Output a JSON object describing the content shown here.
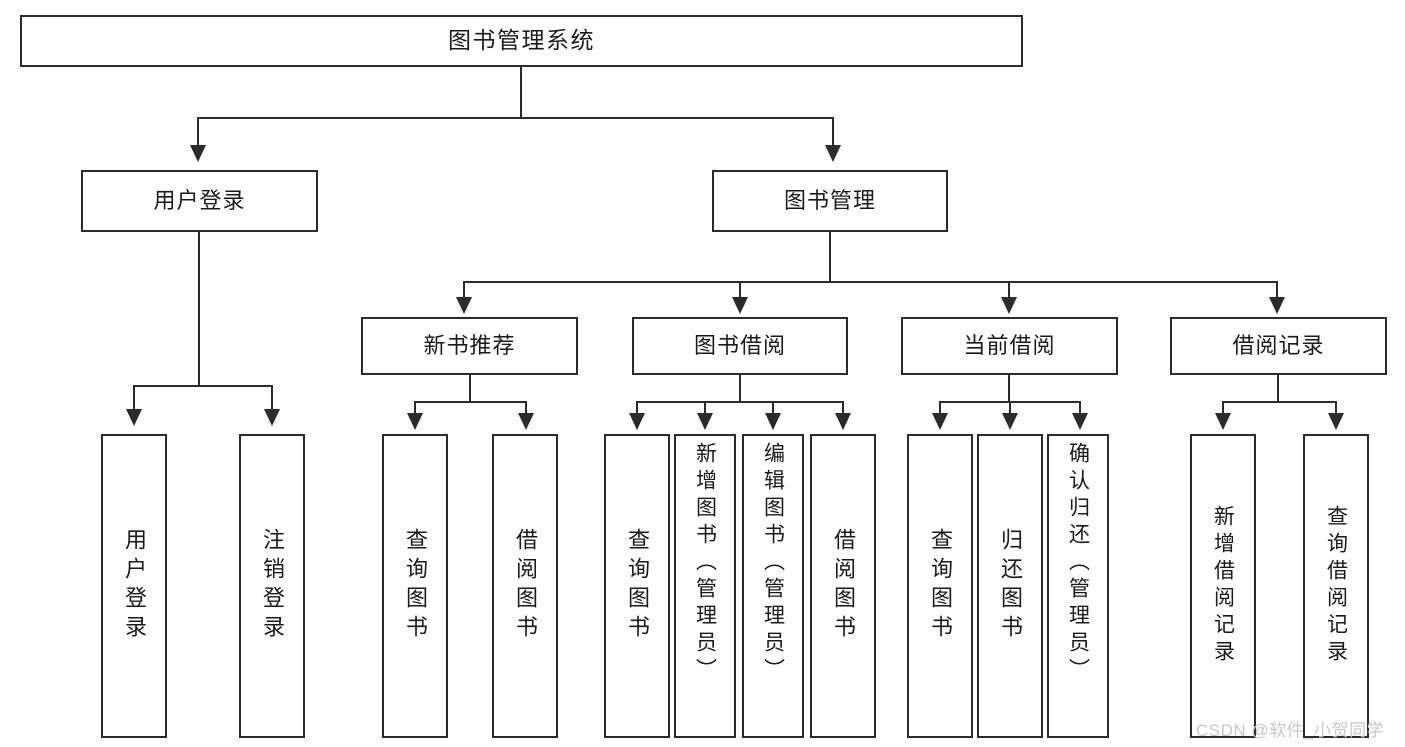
{
  "diagram": {
    "title": "图书管理系统",
    "type": "tree-hierarchy",
    "watermark": "CSDN @软件_小贺同学",
    "colors": {
      "stroke": "#2b2b2b",
      "fill": "#ffffff",
      "text": "#1a1a1a",
      "watermark": "#c9c9c9"
    },
    "root": {
      "label": "图书管理系统"
    },
    "level2": [
      {
        "label": "用户登录"
      },
      {
        "label": "图书管理"
      }
    ],
    "level3": [
      {
        "label": "新书推荐"
      },
      {
        "label": "图书借阅"
      },
      {
        "label": "当前借阅"
      },
      {
        "label": "借阅记录"
      }
    ],
    "leaves": {
      "user_login": [
        {
          "label": "用户登录"
        },
        {
          "label": "注销登录"
        }
      ],
      "new_book_recommend": [
        {
          "label": "查询图书"
        },
        {
          "label": "借阅图书"
        }
      ],
      "book_borrow": [
        {
          "label": "查询图书"
        },
        {
          "label": "新增图书（管理员）"
        },
        {
          "label": "编辑图书（管理员）"
        },
        {
          "label": "借阅图书"
        }
      ],
      "current_borrow": [
        {
          "label": "查询图书"
        },
        {
          "label": "归还图书"
        },
        {
          "label": "确认归还（管理员）"
        }
      ],
      "borrow_record": [
        {
          "label": "新增借阅记录"
        },
        {
          "label": "查询借阅记录"
        }
      ]
    }
  }
}
